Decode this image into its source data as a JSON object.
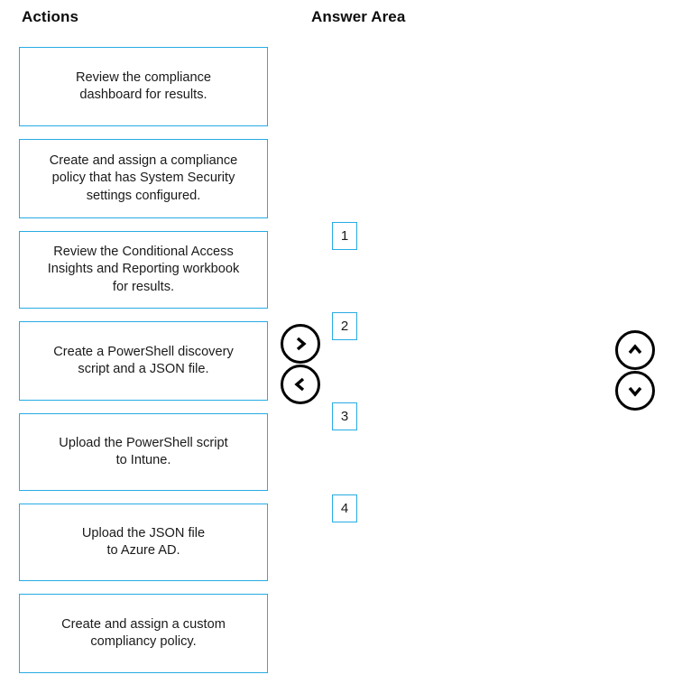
{
  "headers": {
    "actions": "Actions",
    "answer_area": "Answer Area"
  },
  "colors": {
    "card_border": "#28ABE3",
    "slot_border": "#28ABE3",
    "arrow_stroke": "#000000",
    "text": "#1a1a1a",
    "background": "#ffffff"
  },
  "actions": {
    "items": [
      {
        "lines": [
          "Review the compliance",
          "dashboard for results."
        ]
      },
      {
        "lines": [
          "Create and assign a compliance",
          "policy that has System Security",
          "settings configured."
        ]
      },
      {
        "lines": [
          "Review the Conditional Access",
          "Insights and Reporting workbook",
          "for results."
        ]
      },
      {
        "lines": [
          "Create a PowerShell discovery",
          "script and a JSON file."
        ]
      },
      {
        "lines": [
          "Upload the PowerShell script",
          "to Intune."
        ]
      },
      {
        "lines": [
          "Upload the JSON file",
          "to Azure AD."
        ]
      },
      {
        "lines": [
          "Create and assign a custom",
          "compliancy policy."
        ]
      }
    ]
  },
  "answer_area": {
    "slots": [
      {
        "number": "1"
      },
      {
        "number": "2"
      },
      {
        "number": "3"
      },
      {
        "number": "4"
      }
    ]
  },
  "controls": {
    "move_right": {
      "icon": "chevron-right-circle-icon",
      "label": "Move right"
    },
    "move_left": {
      "icon": "chevron-left-circle-icon",
      "label": "Move left"
    },
    "move_up": {
      "icon": "chevron-up-circle-icon",
      "label": "Move up"
    },
    "move_down": {
      "icon": "chevron-down-circle-icon",
      "label": "Move down"
    }
  }
}
